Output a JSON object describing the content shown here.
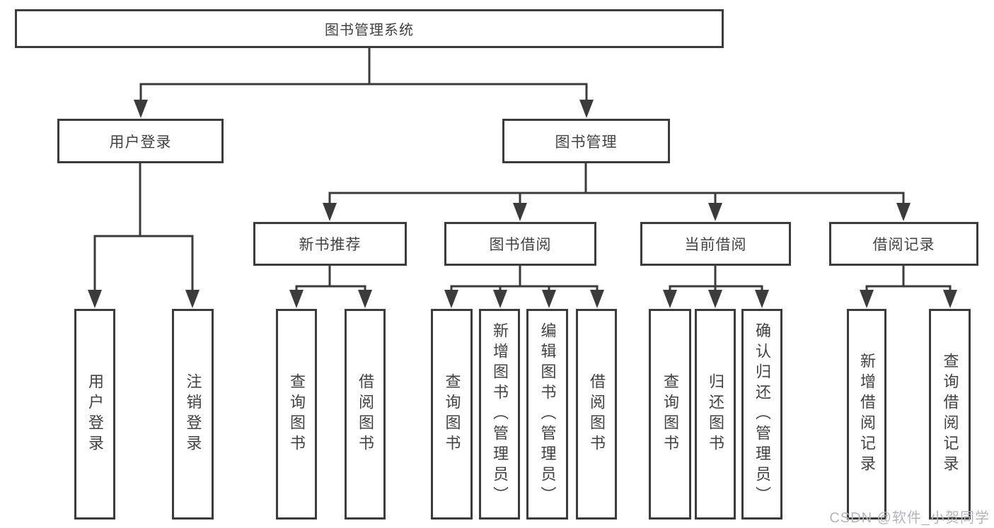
{
  "diagram": {
    "type": "hierarchy-tree",
    "colors": {
      "line": "#3b3b3b",
      "box_border": "#3b3b3b",
      "text": "#424242",
      "background": "#ffffff",
      "watermark": "#b4b4bc"
    },
    "watermark": "CSDN @软件_小贺同学",
    "tree": {
      "label": "图书管理系统",
      "children": [
        {
          "label": "用户登录",
          "children": [
            {
              "label": "用户登录"
            },
            {
              "label": "注销登录"
            }
          ]
        },
        {
          "label": "图书管理",
          "children": [
            {
              "label": "新书推荐",
              "children": [
                {
                  "label": "查询图书"
                },
                {
                  "label": "借阅图书"
                }
              ]
            },
            {
              "label": "图书借阅",
              "children": [
                {
                  "label": "查询图书"
                },
                {
                  "label": "新增图书（管理员）"
                },
                {
                  "label": "编辑图书（管理员）"
                },
                {
                  "label": "借阅图书"
                }
              ]
            },
            {
              "label": "当前借阅",
              "children": [
                {
                  "label": "查询图书"
                },
                {
                  "label": "归还图书"
                },
                {
                  "label": "确认归还（管理员）"
                }
              ]
            },
            {
              "label": "借阅记录",
              "children": [
                {
                  "label": "新增借阅记录"
                },
                {
                  "label": "查询借阅记录"
                }
              ]
            }
          ]
        }
      ]
    }
  }
}
